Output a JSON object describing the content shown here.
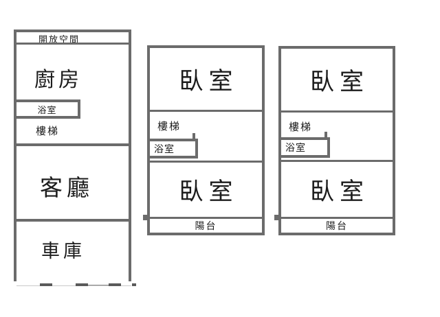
{
  "title": "three-story-house-floor-plan",
  "colors": {
    "wall": "#6b6b6b",
    "text": "#1c1c1c",
    "background": "#ffffff",
    "garage_door_line": "#c9c9c9",
    "garage_door_dash": "#5a5a5a"
  },
  "floor_plans": [
    {
      "name": "unit-left",
      "rooms": {
        "open_space": "開放空間",
        "kitchen": "廚房",
        "bathroom": "浴室",
        "stairs": "樓梯",
        "living_room": "客廳",
        "garage": "車庫"
      }
    },
    {
      "name": "unit-middle",
      "rooms": {
        "bedroom_upper": "臥室",
        "stairs": "樓梯",
        "bathroom": "浴室",
        "bedroom_lower": "臥室",
        "balcony": "陽台"
      }
    },
    {
      "name": "unit-right",
      "rooms": {
        "bedroom_upper": "臥室",
        "stairs": "樓梯",
        "bathroom": "浴室",
        "bedroom_lower": "臥室",
        "balcony": "陽台"
      }
    }
  ]
}
